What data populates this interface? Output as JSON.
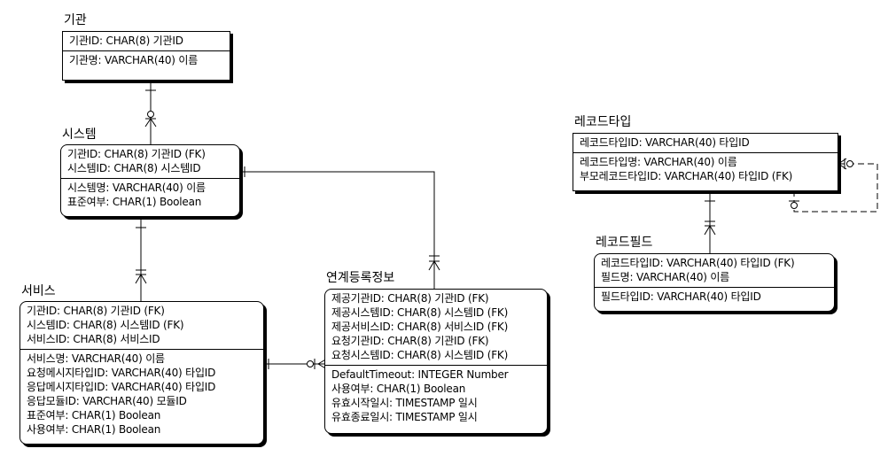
{
  "entities": {
    "org": {
      "name": "기관",
      "pk": [
        "기관ID: CHAR(8) 기관ID"
      ],
      "attrs": [
        "기관명: VARCHAR(40) 이름"
      ]
    },
    "system": {
      "name": "시스템",
      "pk": [
        "기관ID: CHAR(8) 기관ID (FK)",
        "시스템ID: CHAR(8) 시스템ID"
      ],
      "attrs": [
        "시스템명: VARCHAR(40) 이름",
        "표준여부: CHAR(1) Boolean"
      ]
    },
    "service": {
      "name": "서비스",
      "pk": [
        "기관ID: CHAR(8) 기관ID (FK)",
        "시스템ID: CHAR(8) 시스템ID (FK)",
        "서비스ID: CHAR(8) 서비스ID"
      ],
      "attrs": [
        "서비스명: VARCHAR(40) 이름",
        "요청메시지타입ID: VARCHAR(40) 타입ID",
        "응답메시지타입ID: VARCHAR(40) 타입ID",
        "응답모듈ID: VARCHAR(40) 모듈ID",
        "표준여부: CHAR(1) Boolean",
        "사용여부: CHAR(1) Boolean"
      ]
    },
    "link": {
      "name": "연계등록정보",
      "pk": [
        "제공기관ID: CHAR(8) 기관ID (FK)",
        "제공시스템ID: CHAR(8) 시스템ID (FK)",
        "제공서비스ID: CHAR(8) 서비스ID (FK)",
        "요청기관ID: CHAR(8) 기관ID (FK)",
        "요청시스템ID: CHAR(8) 시스템ID (FK)"
      ],
      "attrs": [
        "DefaultTimeout: INTEGER Number",
        "사용여부: CHAR(1) Boolean",
        "유효시작일시: TIMESTAMP 일시",
        "유효종료일시: TIMESTAMP 일시"
      ]
    },
    "recordtype": {
      "name": "레코드타입",
      "pk": [
        "레코드타입ID: VARCHAR(40) 타입ID"
      ],
      "attrs": [
        "레코드타입명: VARCHAR(40) 이름",
        "부모레코드타입ID: VARCHAR(40) 타입ID (FK)"
      ]
    },
    "recordfield": {
      "name": "레코드필드",
      "pk": [
        "레코드타입ID: VARCHAR(40) 타입ID (FK)",
        "필드명: VARCHAR(40) 이름"
      ],
      "attrs": [
        "필드타입ID: VARCHAR(40) 타입ID"
      ]
    }
  },
  "relationships": [
    {
      "from": "기관",
      "to": "시스템",
      "notation": "one-to-zero-or-many",
      "line": "solid"
    },
    {
      "from": "시스템",
      "to": "서비스",
      "notation": "one-to-one-or-many",
      "line": "solid"
    },
    {
      "from": "시스템",
      "to": "연계등록정보",
      "notation": "one-to-one-or-many",
      "line": "solid"
    },
    {
      "from": "서비스",
      "to": "연계등록정보",
      "notation": "one-to-zero-or-many",
      "line": "solid"
    },
    {
      "from": "레코드타입",
      "to": "레코드필드",
      "notation": "one-to-one-or-many",
      "line": "solid"
    },
    {
      "from": "레코드타입",
      "to": "레코드타입",
      "notation": "zero-or-one-to-zero-or-many",
      "line": "dashed"
    }
  ]
}
